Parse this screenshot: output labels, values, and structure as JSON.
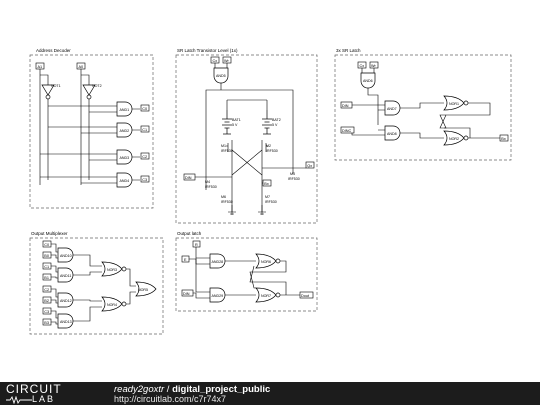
{
  "footer": {
    "logo_top": "CIRCUIT",
    "logo_bottom": "LAB",
    "user": "ready2goxtr",
    "separator": " / ",
    "project": "digital_project_public",
    "url": "http://circuitlab.com/c7r74x7"
  },
  "colors": {
    "footer_bg": "#1c1c1c",
    "wire": "#000000",
    "frame": "#666666"
  },
  "blocks": {
    "address_decoder": {
      "title": "Address Decoder",
      "inputs": [
        "A1",
        "A0"
      ],
      "inverters": [
        "NOT1",
        "NOT2"
      ],
      "gates": [
        "AND1",
        "AND2",
        "AND3",
        "AND4"
      ],
      "outputs": [
        "C0",
        "C1",
        "C2",
        "C3"
      ]
    },
    "sr_latch_transistor": {
      "title": "SR Latch Transistor Level (1x)",
      "inputs": [
        "Cx",
        "Wr"
      ],
      "gate": "AND5",
      "batteries": [
        {
          "name": "BAT1",
          "value": "5 V"
        },
        {
          "name": "BAT2",
          "value": "5 V"
        }
      ],
      "transistors": [
        {
          "name": "M1",
          "part": "IRF530"
        },
        {
          "name": "M2",
          "part": "IRF530"
        },
        {
          "name": "M3",
          "part": "IRF530"
        },
        {
          "name": "M4",
          "part": "IRF530"
        },
        {
          "name": "M6",
          "part": "IRF530"
        },
        {
          "name": "M7",
          "part": "IRF530"
        }
      ],
      "labels": [
        "DIN",
        "Bx",
        "Qx"
      ]
    },
    "sr_latch": {
      "title": "3x SR Latch",
      "inputs": [
        "Cx",
        "Wr"
      ],
      "gates": [
        "AND6",
        "AND7",
        "AND8",
        "NOR1",
        "NOR2"
      ],
      "labels": [
        "DIN",
        "DINC",
        "Bx"
      ]
    },
    "output_multiplexer": {
      "title": "Output Multiplexer",
      "inputs": [
        "C0",
        "B0",
        "C1",
        "B1",
        "C2",
        "B2",
        "C3",
        "B3"
      ],
      "gates": [
        "AND10",
        "AND11",
        "AND12",
        "AND13",
        "NOR3",
        "NOR4",
        "NOR5"
      ]
    },
    "output_latch": {
      "title": "Output latch",
      "inputs": [
        "R",
        "E",
        "DIN"
      ],
      "gates": [
        "AND28",
        "AND29",
        "NOR6",
        "NOR7"
      ],
      "output": "Dout"
    }
  }
}
